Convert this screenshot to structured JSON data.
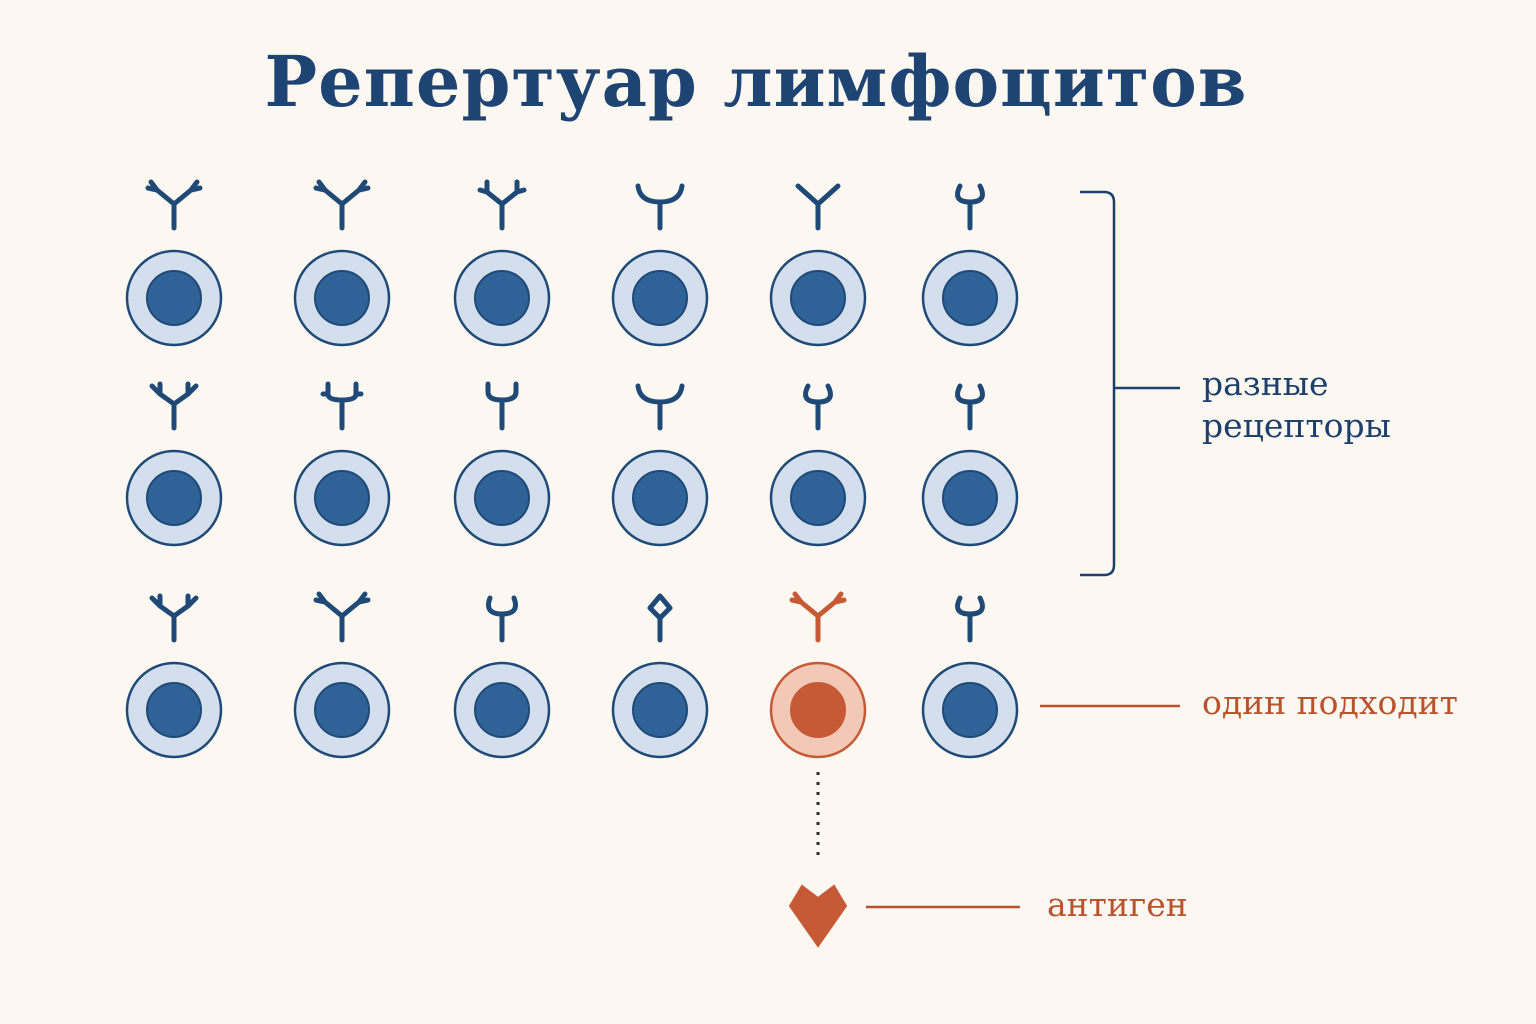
{
  "title": "Репертуар лимфоцитов",
  "labels": {
    "receptors_line1": "разные",
    "receptors_line2": "рецепторы",
    "one_fits": "один подходит",
    "antigen": "антиген"
  },
  "colors": {
    "title": "#1d4472",
    "cell_outer_fill": "#d3dfed",
    "cell_outline": "#1f4a78",
    "nucleus": "#2f6397",
    "receptor": "#1f4a78",
    "highlight": "#c75a36",
    "highlight_outer_fill": "#f2c8b7",
    "background": "#fcf8f1"
  },
  "cells": [
    {
      "row": 1,
      "col": 1,
      "receptor": "notched-y",
      "matches": false
    },
    {
      "row": 1,
      "col": 2,
      "receptor": "notched-y",
      "matches": false
    },
    {
      "row": 1,
      "col": 3,
      "receptor": "knobbed-y",
      "matches": false
    },
    {
      "row": 1,
      "col": 4,
      "receptor": "wide-u",
      "matches": false
    },
    {
      "row": 1,
      "col": 5,
      "receptor": "wide-y",
      "matches": false
    },
    {
      "row": 1,
      "col": 6,
      "receptor": "hook",
      "matches": false
    },
    {
      "row": 2,
      "col": 1,
      "receptor": "branched-y",
      "matches": false
    },
    {
      "row": 2,
      "col": 2,
      "receptor": "cup-knob",
      "matches": false
    },
    {
      "row": 2,
      "col": 3,
      "receptor": "u-cup",
      "matches": false
    },
    {
      "row": 2,
      "col": 4,
      "receptor": "wide-u",
      "matches": false
    },
    {
      "row": 2,
      "col": 5,
      "receptor": "hook",
      "matches": false
    },
    {
      "row": 2,
      "col": 6,
      "receptor": "hook",
      "matches": false
    },
    {
      "row": 3,
      "col": 1,
      "receptor": "branched-y",
      "matches": false
    },
    {
      "row": 3,
      "col": 2,
      "receptor": "notched-y",
      "matches": false
    },
    {
      "row": 3,
      "col": 3,
      "receptor": "hook-u",
      "matches": false
    },
    {
      "row": 3,
      "col": 4,
      "receptor": "diamond",
      "matches": false
    },
    {
      "row": 3,
      "col": 5,
      "receptor": "notched-y",
      "matches": true
    },
    {
      "row": 3,
      "col": 6,
      "receptor": "hook",
      "matches": false
    }
  ]
}
